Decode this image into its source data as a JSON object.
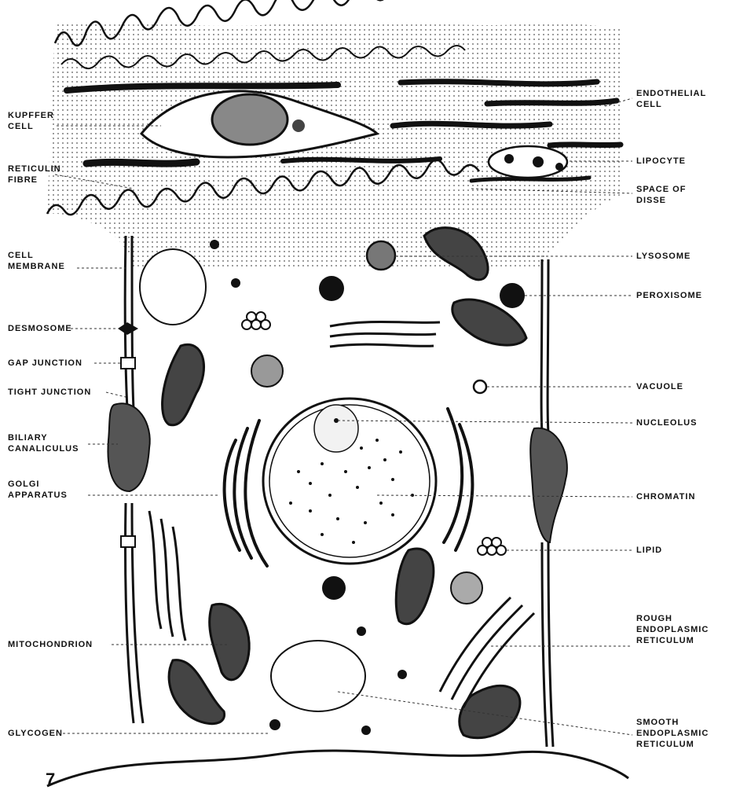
{
  "labels_left": {
    "kupffer_cell": "KUPFFER\nCELL",
    "reticulin_fibre": "RETICULIN\nFIBRE",
    "cell_membrane": "CELL\nMEMBRANE",
    "desmosome": "DESMOSOME",
    "gap_junction": "GAP JUNCTION",
    "tight_junction": "TIGHT JUNCTION",
    "biliary_canaliculus": "BILIARY\nCANALICULUS",
    "golgi_apparatus": "GOLGI\nAPPARATUS",
    "mitochondrion": "MITOCHONDRION",
    "glycogen": "GLYCOGEN"
  },
  "labels_right": {
    "endothelial_cell": "ENDOTHELIAL\nCELL",
    "lipocyte": "LIPOCYTE",
    "space_of_disse": "SPACE OF\nDISSE",
    "lysosome": "LYSOSOME",
    "peroxisome": "PEROXISOME",
    "vacuole": "VACUOLE",
    "nucleolus": "NUCLEOLUS",
    "chromatin": "CHROMATIN",
    "lipid": "LIPID",
    "rough_er": "ROUGH\nENDOPLASMIC\nRETICULUM",
    "smooth_er": "SMOOTH\nENDOPLASMIC\nRETICULUM"
  },
  "figure_number": "7"
}
